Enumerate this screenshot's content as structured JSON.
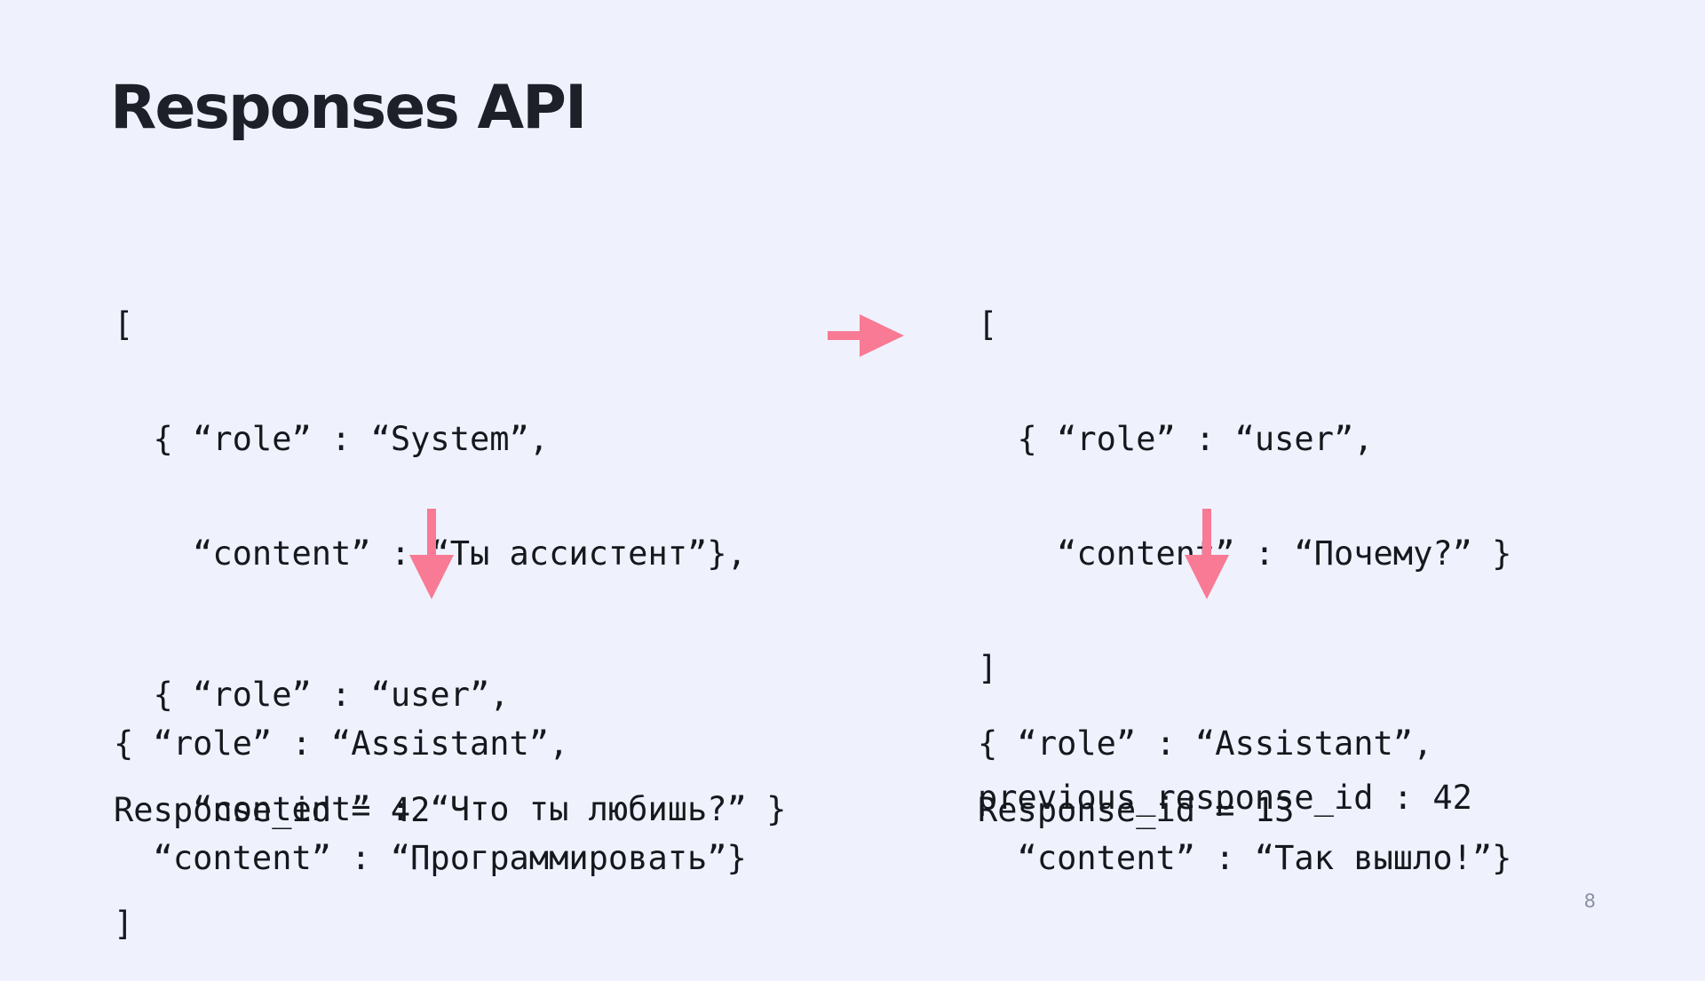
{
  "slide": {
    "title": "Responses API",
    "page_number": "8"
  },
  "colors": {
    "background": "#eff2fd",
    "arrow": "#f87a94",
    "text": "#16181d"
  },
  "request_1": {
    "open": "[",
    "msg1_role": "  { “role” : “System”,",
    "msg1_content": "    “content” : “Ты ассистент”},",
    "msg2_role": "  { “role” : “user”,",
    "msg2_content": "    “content” : “Что ты любишь?” }",
    "close": "]"
  },
  "request_2": {
    "open": "[",
    "msg_role": "  { “role” : “user”,",
    "msg_content": "    “content” : “Почему?” }",
    "close": "]",
    "previous_response_id": "previous_response_id : 42"
  },
  "response_1": {
    "role": "{ “role” : “Assistant”,",
    "content": "  “content” : “Программировать”}",
    "response_id": "Response_id = 42"
  },
  "response_2": {
    "role": "{ “role” : “Assistant”,",
    "content": "  “content” : “Так вышло!”}",
    "response_id": "Response_id = 13"
  },
  "arrows": [
    {
      "name": "arrow-right-icon",
      "direction": "right"
    },
    {
      "name": "arrow-down-icon-left",
      "direction": "down"
    },
    {
      "name": "arrow-down-icon-right",
      "direction": "down"
    }
  ]
}
